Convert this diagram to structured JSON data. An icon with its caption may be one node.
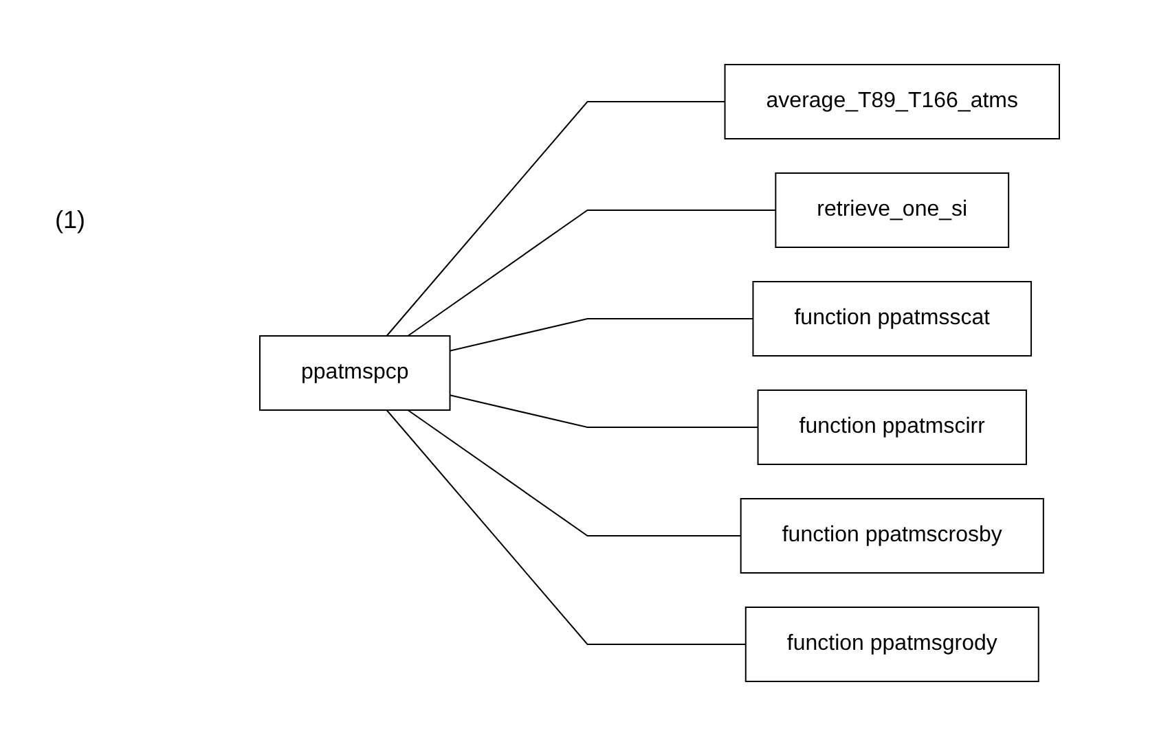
{
  "diagram": {
    "nodes": [
      {
        "text": [
          "ppatmspcp"
        ]
      },
      {
        "text": [
          "average_T89_T166_atms"
        ]
      },
      {
        "text": [
          "retrieve_one_si"
        ]
      },
      {
        "text": [
          "function ppatmsscat"
        ]
      },
      {
        "text": [
          "function ppatmscirr"
        ]
      },
      {
        "text": [
          "function ppatmscrosby"
        ]
      },
      {
        "text": [
          "function ppatmsgrody"
        ]
      }
    ],
    "edges": [
      {
        "from": 0,
        "to": 1,
        "arrow": "none"
      },
      {
        "from": 0,
        "to": 2,
        "arrow": "none"
      },
      {
        "from": 0,
        "to": 3,
        "arrow": "none"
      },
      {
        "from": 0,
        "to": 4,
        "arrow": "none"
      },
      {
        "from": 0,
        "to": 5,
        "arrow": "none"
      },
      {
        "from": 0,
        "to": 6,
        "arrow": "none"
      }
    ],
    "labels": [
      "(1)"
    ]
  }
}
